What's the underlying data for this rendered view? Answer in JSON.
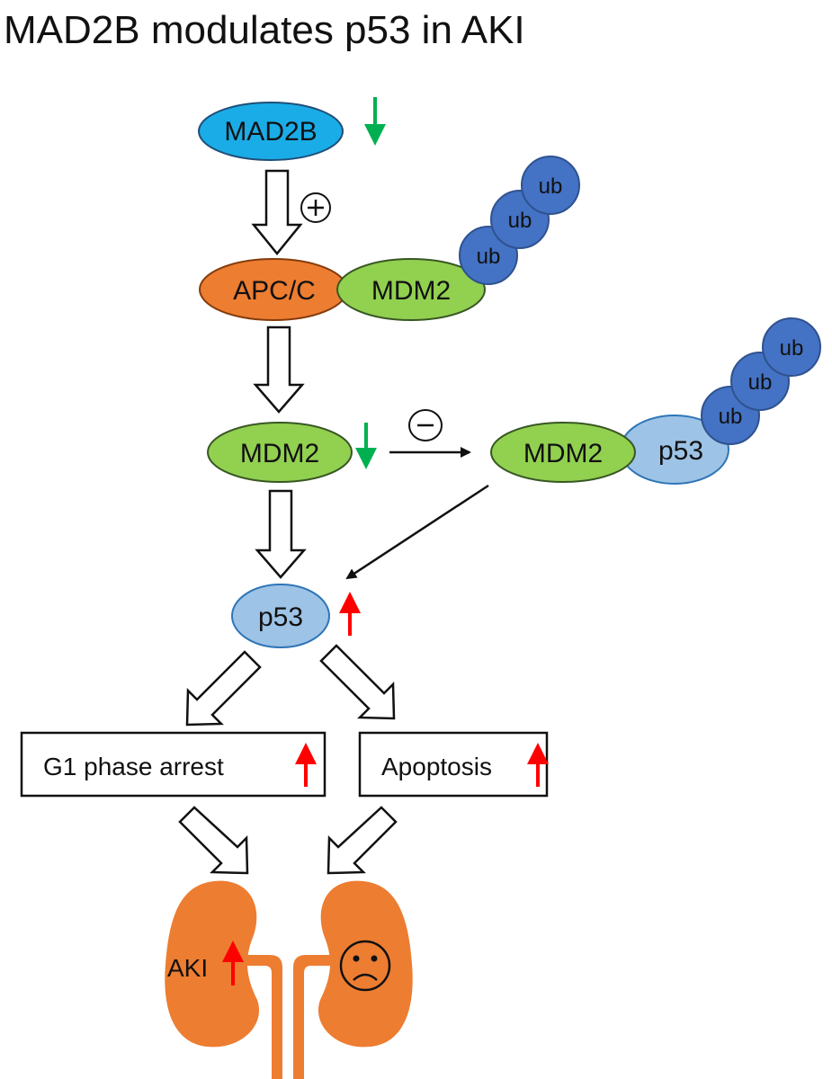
{
  "title": "MAD2B modulates p53 in AKI",
  "nodes": {
    "mad2b": "MAD2B",
    "apcc": "APC/C",
    "mdm2_complex": "MDM2",
    "mdm2_reduced": "MDM2",
    "mdm2_bound": "MDM2",
    "p53_bound": "p53",
    "p53": "p53"
  },
  "ubiquitin_label": "ub",
  "signs": {
    "plus": "+",
    "minus": "-"
  },
  "outcomes": {
    "g1_arrest": "G1 phase arrest",
    "apoptosis": "Apoptosis"
  },
  "kidney_label": "AKI",
  "colors": {
    "mad2b_fill": "#1aace6",
    "apcc_fill": "#ed7d31",
    "mdm2_fill": "#92d050",
    "p53_fill": "#9dc3e6",
    "ub_fill": "#4472c4",
    "ub_stroke": "#2f528f",
    "down_arrow": "#00b050",
    "up_arrow": "#ff0000",
    "kidney_fill": "#ed7d31"
  },
  "regulation": {
    "mad2b": "down",
    "mdm2": "down",
    "p53": "up",
    "g1_arrest": "up",
    "apoptosis": "up",
    "aki": "up"
  },
  "icons": {
    "sad_face": "sad-face-icon"
  }
}
